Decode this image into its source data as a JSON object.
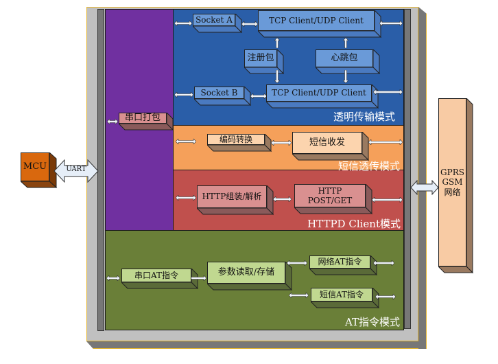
{
  "diagram": {
    "title": "",
    "left_device": {
      "label": "MCU",
      "color": "#d9680e"
    },
    "left_link": {
      "label": "UART"
    },
    "right_network": {
      "lines": [
        "GPRS",
        "GSM",
        "网络"
      ],
      "color": "#f8cba4"
    },
    "serial_packer": {
      "label": "串口打包"
    },
    "modes": [
      {
        "name": "透明传输模式",
        "color": "#2a5ea8",
        "blocks": {
          "socket_a": "Socket A",
          "tcp_udp_a": "TCP Client/UDP Client",
          "register_pkt": "注册包",
          "heartbeat_pkt": "心跳包",
          "socket_b": "Socket B",
          "tcp_udp_b": "TCP Client/UDP Client"
        }
      },
      {
        "name": "短信透传模式",
        "color": "#f5a05a",
        "blocks": {
          "encode": "编码转换",
          "sms": "短信收发"
        }
      },
      {
        "name": "HTTPD Client模式",
        "color": "#c0504d",
        "blocks": {
          "http_pack": "HTTP组装/解析",
          "http_method_1": "HTTP",
          "http_method_2": "POST/GET"
        }
      },
      {
        "name": "AT指令模式",
        "color": "#6a7f38",
        "blocks": {
          "serial_at": "串口AT指令",
          "param": "参数读取/存储",
          "net_at": "网络AT指令",
          "sms_at": "短信AT指令"
        }
      }
    ]
  }
}
